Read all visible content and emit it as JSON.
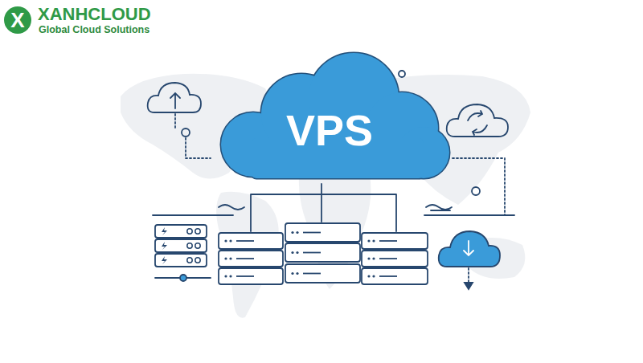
{
  "diagram": {
    "nodes": [
      {
        "text": [
          "X"
        ]
      },
      {
        "text": [
          "VPS"
        ]
      }
    ],
    "labels": [
      "XANHCLOUD",
      "Global Cloud Solutions"
    ]
  }
}
